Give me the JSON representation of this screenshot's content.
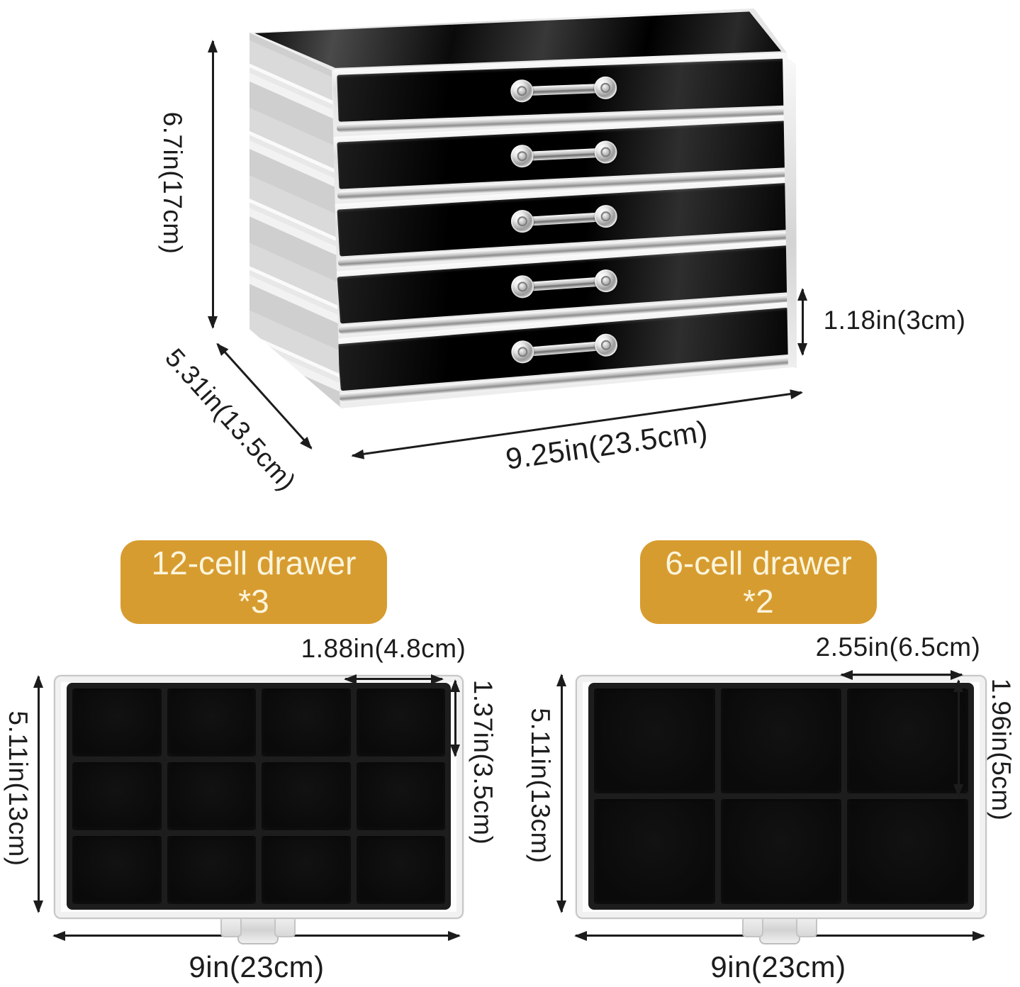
{
  "diagram": {
    "colors": {
      "page_bg": "#ffffff",
      "dim_text": "#1c1c1c",
      "badge_bg": "#d79c30",
      "badge_text": "#fcf5dc"
    },
    "cabinet": {
      "drawer_count": 5,
      "height_label": "6.7in(17cm)",
      "depth_label": "5.31in(13.5cm)",
      "width_label": "9.25in(23.5cm)",
      "drawer_height_label": "1.18in(3cm)"
    },
    "tray12": {
      "badge_title": "12-cell drawer",
      "badge_qty": "*3",
      "columns": 4,
      "rows": 3,
      "cell_width_label": "1.88in(4.8cm)",
      "cell_height_label": "1.37in(3.5cm)",
      "depth_label": "5.11in(13cm)",
      "width_label": "9in(23cm)"
    },
    "tray6": {
      "badge_title": "6-cell drawer",
      "badge_qty": "*2",
      "columns": 3,
      "rows": 2,
      "cell_width_label": "2.55in(6.5cm)",
      "cell_height_label": "1.96in(5cm)",
      "depth_label": "5.11in(13cm)",
      "width_label": "9in(23cm)"
    }
  }
}
